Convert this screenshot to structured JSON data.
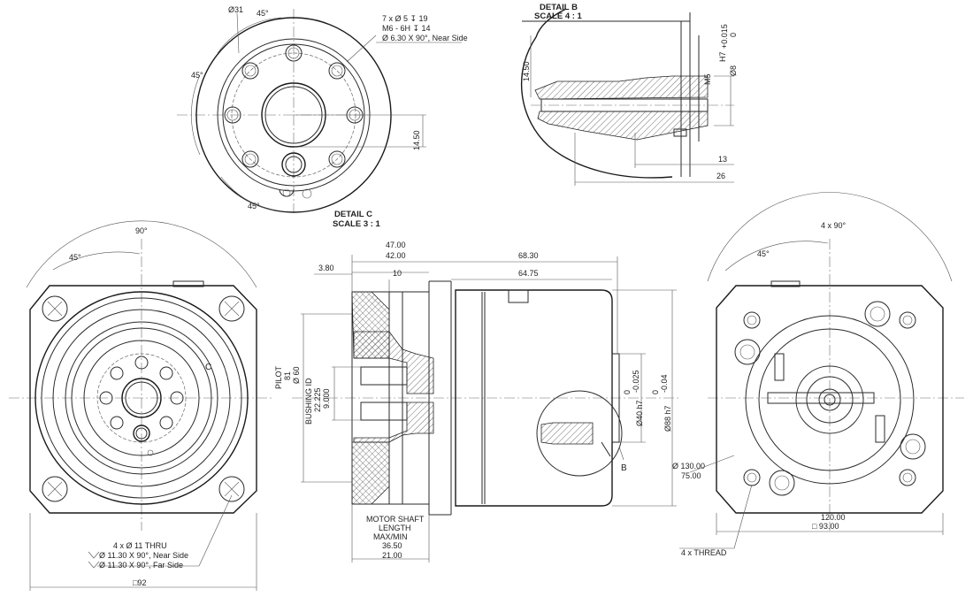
{
  "detail_c": {
    "title": "DETAIL C",
    "scale": "SCALE 3 : 1",
    "d31": "Ø31",
    "a45_top": "45°",
    "a45_left": "45°",
    "a45_bottom": "45°",
    "holes_1": "7 x Ø 5 ↧ 19",
    "holes_2": "M6 - 6H ↧ 14",
    "holes_3": "Ø 6.30 X 90°, Near Side",
    "dim_1450": "14.50"
  },
  "detail_b": {
    "title": "DETAIL B",
    "scale": "SCALE 4 : 1",
    "dim_1450": "14.50",
    "m5": "M5",
    "d8": "Ø8",
    "h7": "H7",
    "tol_upper": "+0.015",
    "tol_lower": "0",
    "dim_13": "13",
    "dim_26": "26"
  },
  "front_view": {
    "a90": "90°",
    "a45": "45°",
    "label_c": "C",
    "note_1": "4 x Ø 11 THRU",
    "note_2": "Ø 11.30 X 90°, Near Side",
    "note_3": "Ø 11.30 X 90°, Far Side",
    "sq92": "□92"
  },
  "side_view": {
    "d4700": "47.00",
    "d4200": "42.00",
    "d6830": "68.30",
    "d6475": "64.75",
    "d380": "3.80",
    "d10": "10",
    "pilot_lbl": "PILOT",
    "pilot_81": "81",
    "pilot_60": "Ø 60",
    "bushing_lbl": "BUSHING ID",
    "bushing_1": "22.225",
    "bushing_2": "9.000",
    "d40": "Ø40 h7",
    "d40_tol": "0\n-0.025",
    "d40_tol_a": "0",
    "d40_tol_b": "-0.025",
    "d88": "Ø88 h7",
    "d88_tol_a": "0",
    "d88_tol_b": "-0.04",
    "label_b": "B",
    "d130": "Ø 130.00",
    "d75": "75.00",
    "ms_1": "MOTOR SHAFT",
    "ms_2": "LENGTH",
    "ms_3": "MAX/MIN",
    "ms_4": "36.50",
    "ms_5": "21.00"
  },
  "rear_view": {
    "a4x90": "4 x 90°",
    "a45": "45°",
    "d12000": "120.00",
    "d9300": "□ 93.00",
    "thread": "4 x THREAD"
  }
}
